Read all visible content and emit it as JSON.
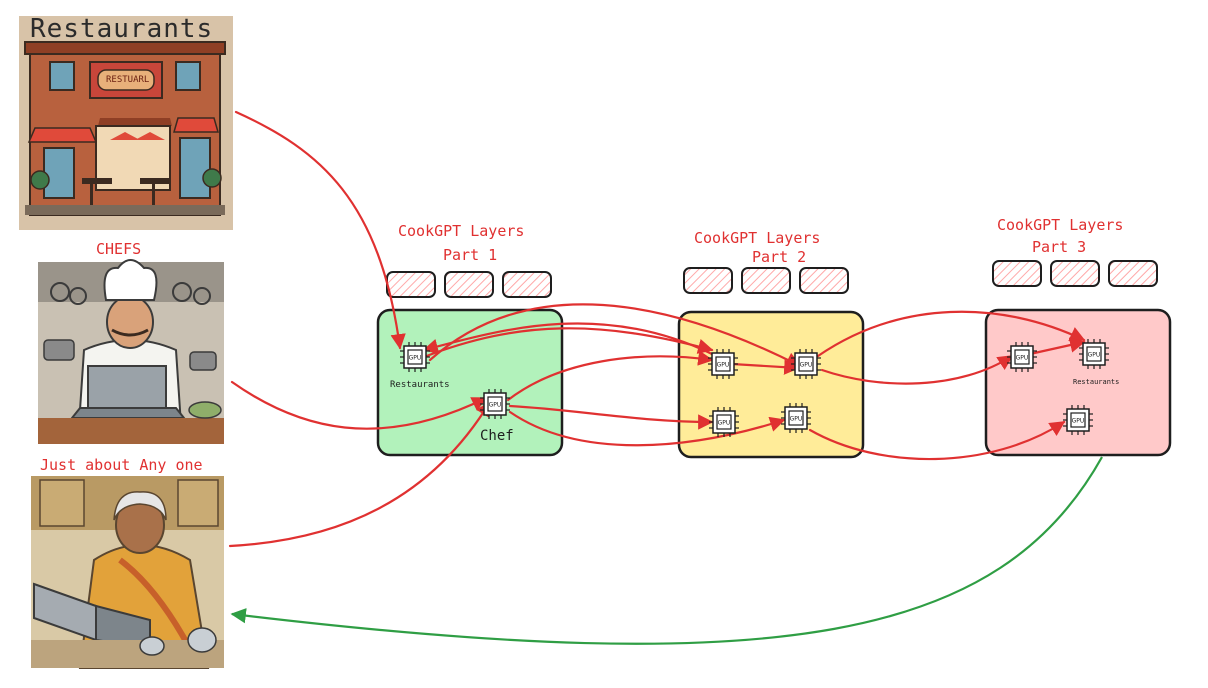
{
  "images": {
    "restaurant": {
      "title": "Restaurants",
      "sign": "RESTUARL"
    },
    "chef": {
      "caption": "CHEFS"
    },
    "anyone": {
      "caption": "Just about Any one"
    }
  },
  "groups": [
    {
      "title_line1": "CookGPT Layers",
      "title_line2": "Part 1",
      "color": "#b2f2bb"
    },
    {
      "title_line1": "CookGPT Layers",
      "title_line2": "Part 2",
      "color": "#ffec99"
    },
    {
      "title_line1": "CookGPT Layers",
      "title_line2": "Part 3",
      "color": "#ffc9c9"
    }
  ],
  "node_labels": {
    "p1_restaurants": "Restaurants",
    "p1_chef": "Chef",
    "p3_restaurants": "Restaurants"
  },
  "chip_text": "GPU",
  "colors": {
    "arrow_red": "#e03131",
    "arrow_green": "#2f9e44",
    "stroke": "#1e1e1e"
  }
}
